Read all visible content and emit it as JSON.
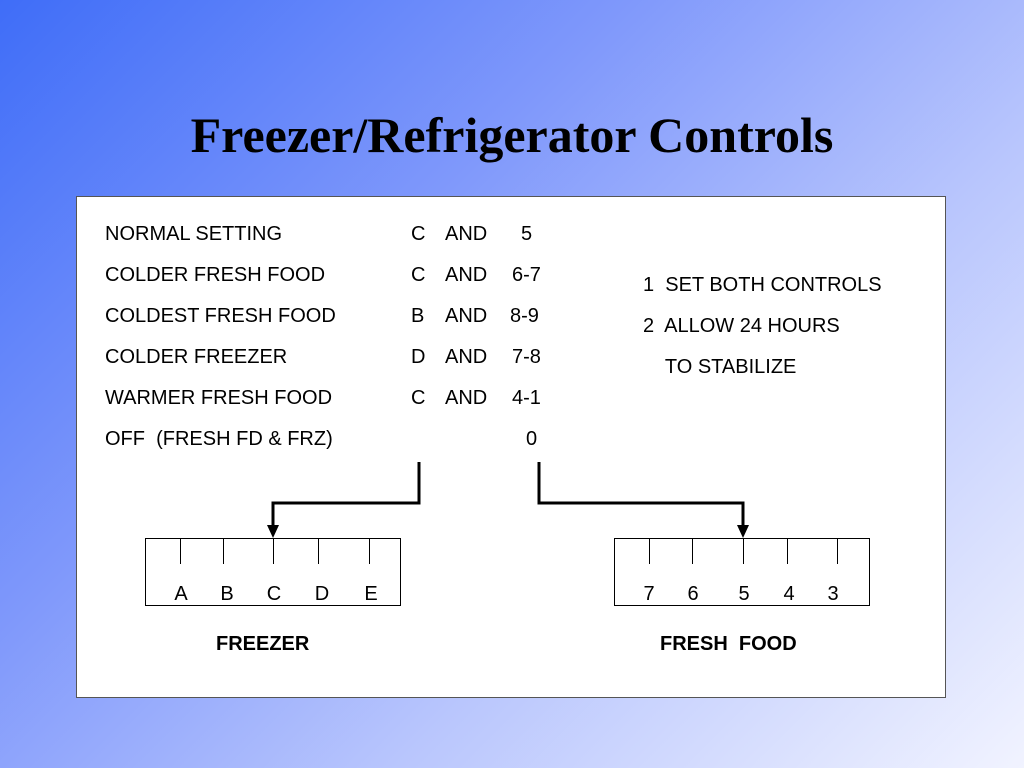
{
  "title": "Freezer/Refrigerator Controls",
  "settings": [
    {
      "name": "NORMAL SETTING",
      "freezer": "C",
      "conj": "AND",
      "fresh": "5"
    },
    {
      "name": "COLDER FRESH FOOD",
      "freezer": "C",
      "conj": "AND",
      "fresh": "6-7"
    },
    {
      "name": "COLDEST FRESH FOOD",
      "freezer": "B",
      "conj": "AND",
      "fresh": "8-9"
    },
    {
      "name": "COLDER FREEZER",
      "freezer": "D",
      "conj": "AND",
      "fresh": "7-8"
    },
    {
      "name": "WARMER FRESH FOOD",
      "freezer": "C",
      "conj": "AND",
      "fresh": "4-1"
    },
    {
      "name": "OFF  (FRESH FD & FRZ)",
      "freezer": "",
      "conj": "",
      "fresh": "0"
    }
  ],
  "instructions": [
    "1  SET BOTH CONTROLS",
    "2  ALLOW 24 HOURS",
    "    TO STABILIZE"
  ],
  "freezer_dial": {
    "label": "FREEZER",
    "positions": [
      "A",
      "B",
      "C",
      "D",
      "E"
    ],
    "pointer": "C"
  },
  "fresh_dial": {
    "label": "FRESH  FOOD",
    "positions": [
      "7",
      "6",
      "5",
      "4",
      "3"
    ],
    "pointer": "5"
  }
}
